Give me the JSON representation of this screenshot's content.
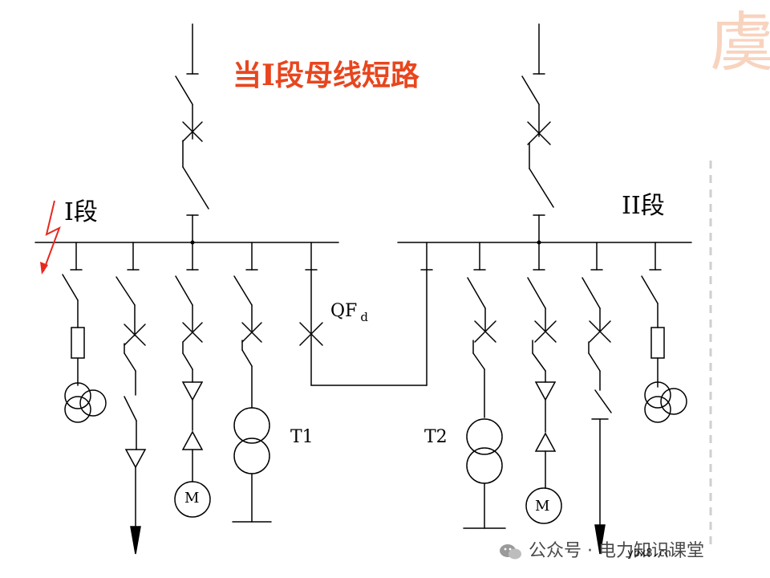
{
  "title": "当I段母线短路",
  "bus_labels": {
    "section1": "I段",
    "section2": "II段"
  },
  "breaker_label": {
    "main": "QF",
    "sub": "d"
  },
  "transformer_labels": {
    "t1": "T1",
    "t2": "T2"
  },
  "motor_label": "M",
  "watermark": {
    "text": "公众号 · 电力知识课堂",
    "url": "ybx8.cn"
  },
  "decoration_text": "虞",
  "colors": {
    "title": "#e8461e",
    "fault": "#e8281e",
    "decoration": "#f3b08a"
  }
}
